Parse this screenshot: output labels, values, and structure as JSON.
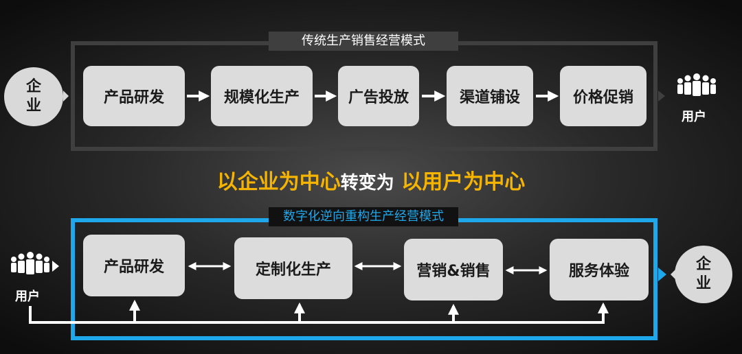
{
  "top_section": {
    "title": "传统生产销售经营模式",
    "start_label_line1": "企",
    "start_label_line2": "业",
    "steps": [
      "产品研发",
      "规模化生产",
      "广告投放",
      "渠道铺设",
      "价格促销"
    ],
    "end_label": "用户"
  },
  "headline": {
    "part1": "以企业为中心",
    "part2": "转变为",
    "part3": "以用户为中心"
  },
  "bottom_section": {
    "title": "数字化逆向重构生产经营模式",
    "start_label": "用户",
    "steps": [
      "产品研发",
      "定制化生产",
      "营销&销售",
      "服务体验"
    ],
    "end_label_line1": "企",
    "end_label_line2": "业"
  },
  "colors": {
    "accent_blue": "#1ea7ea",
    "accent_yellow": "#f5b400",
    "frame_gray": "#3f3f3f",
    "box_fill": "#dcdcdc"
  },
  "icons": {
    "top_end": "people-group-icon",
    "bottom_start": "people-group-icon"
  }
}
